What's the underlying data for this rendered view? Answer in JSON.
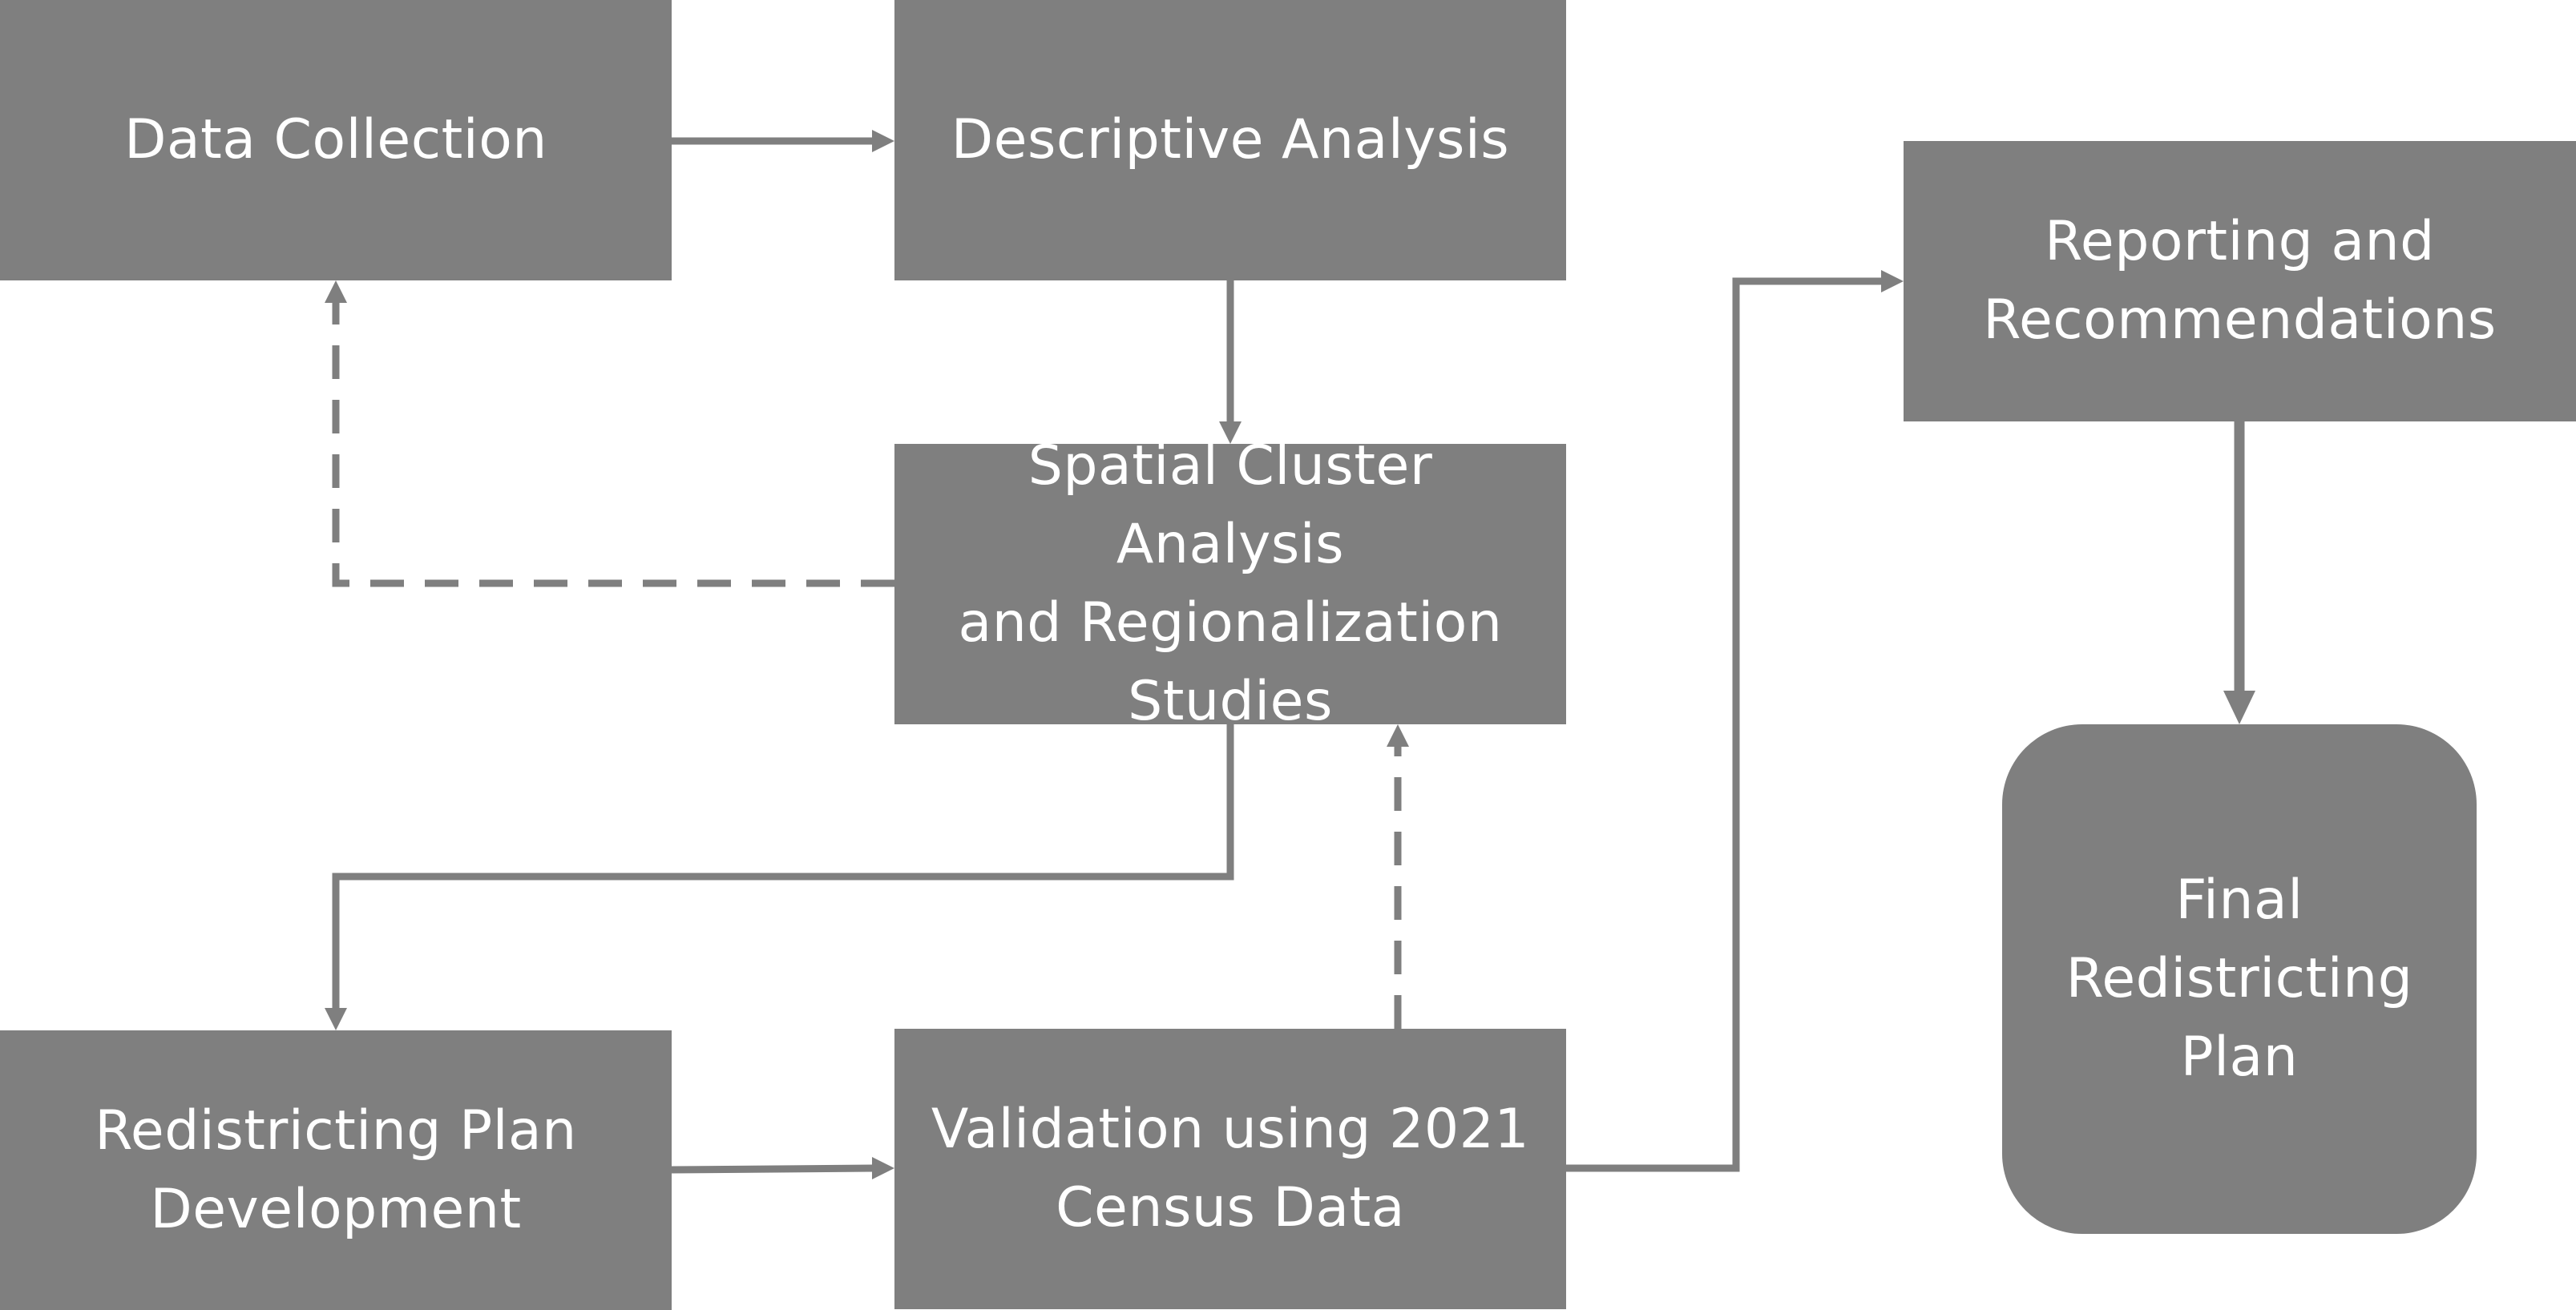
{
  "diagram": {
    "nodes": {
      "data_collection": "Data Collection",
      "descriptive_analysis": "Descriptive Analysis",
      "spatial_cluster": "Spatial Cluster Analysis\nand Regionalization\nStudies",
      "redistricting_development": "Redistricting Plan\nDevelopment",
      "validation": "Validation using 2021\nCensus Data",
      "reporting": "Reporting and\nRecommendations",
      "final_plan": "Final\nRedistricting\nPlan"
    },
    "edges": [
      {
        "from": "data_collection",
        "to": "descriptive_analysis",
        "style": "solid"
      },
      {
        "from": "descriptive_analysis",
        "to": "spatial_cluster",
        "style": "solid"
      },
      {
        "from": "spatial_cluster",
        "to": "data_collection",
        "style": "dashed"
      },
      {
        "from": "spatial_cluster",
        "to": "redistricting_development",
        "style": "solid"
      },
      {
        "from": "redistricting_development",
        "to": "validation",
        "style": "solid"
      },
      {
        "from": "validation",
        "to": "spatial_cluster",
        "style": "dashed"
      },
      {
        "from": "validation",
        "to": "reporting",
        "style": "solid"
      },
      {
        "from": "reporting",
        "to": "final_plan",
        "style": "solid"
      }
    ],
    "colors": {
      "node_fill": "#7f7f7f",
      "node_text": "#ffffff",
      "edge": "#7f7f7f",
      "background": "#ffffff"
    }
  }
}
